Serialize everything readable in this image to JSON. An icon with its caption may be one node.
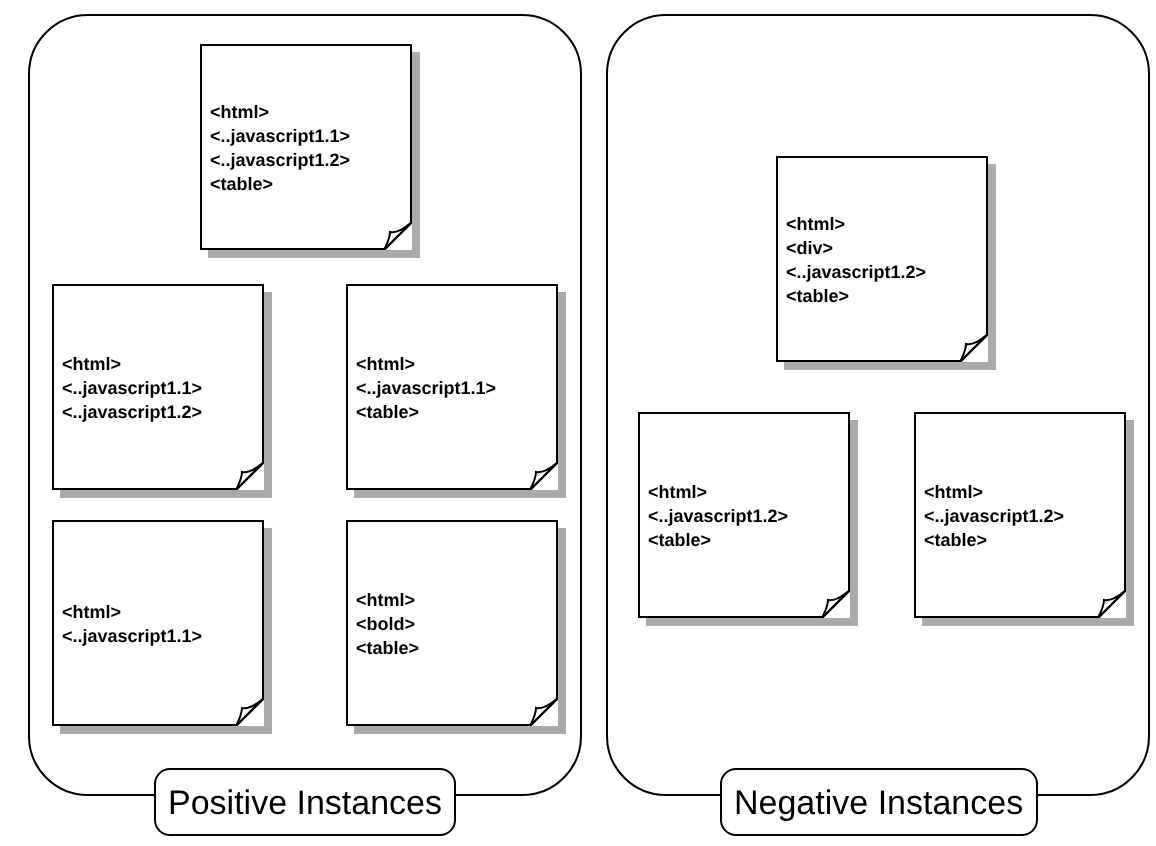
{
  "diagram": {
    "nodes": [
      {
        "text": [
          "Positive Instances"
        ]
      },
      {
        "text": [
          "<html>",
          "<..javascript1.1>",
          "<..javascript1.2>",
          "<table>"
        ],
        "in": 0
      },
      {
        "text": [
          "<html>",
          "<..javascript1.1>",
          "<..javascript1.2>"
        ],
        "in": 0
      },
      {
        "text": [
          "<html>",
          "<..javascript1.1>",
          "<table>"
        ],
        "in": 0
      },
      {
        "text": [
          "<html>",
          "<..javascript1.1>"
        ],
        "in": 0
      },
      {
        "text": [
          "<html>",
          "<bold>",
          "<table>"
        ],
        "in": 0
      },
      {
        "text": [
          "Negative Instances"
        ]
      },
      {
        "text": [
          "<html>",
          "<div>",
          "<..javascript1.2>",
          "<table>"
        ],
        "in": 6
      },
      {
        "text": [
          "<html>",
          "<..javascript1.2>",
          "<table>"
        ],
        "in": 6
      },
      {
        "text": [
          "<html>",
          "<..javascript1.2>",
          "<table>"
        ],
        "in": 6
      }
    ]
  }
}
